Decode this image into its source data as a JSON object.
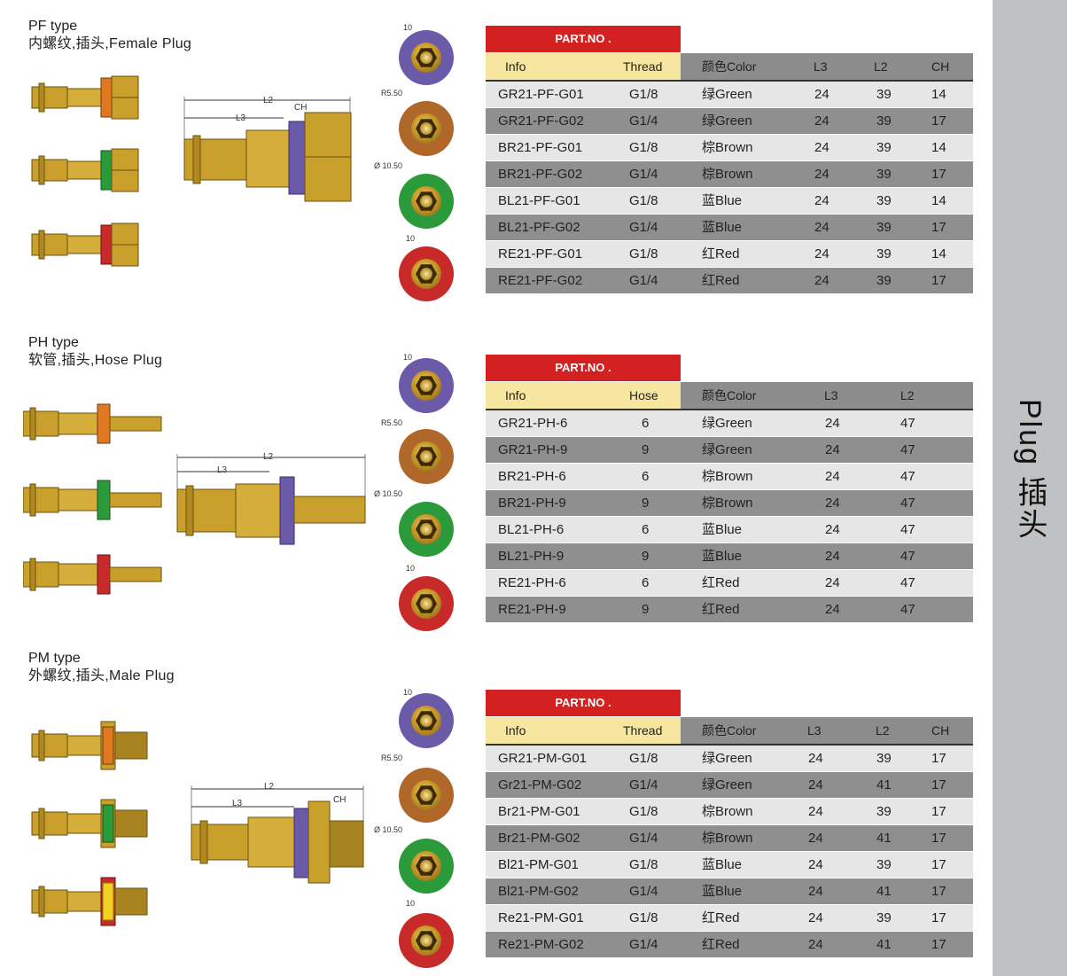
{
  "sidebar": {
    "label": "Plug 插头"
  },
  "sections": [
    {
      "id": "pf",
      "type_label": "PF type",
      "subtitle": "内螺纹,插头,Female Plug",
      "dims": {
        "l2": "L2",
        "l3": "L3",
        "ch": "CH"
      },
      "face_dims": [
        "10",
        "R5.50",
        "Ø 10.50",
        "10"
      ],
      "part_no": "PART.NO .",
      "headers": [
        "Info",
        "Thread",
        "颜色Color",
        "L3",
        "L2",
        "CH"
      ],
      "rows": [
        [
          "GR21-PF-G01",
          "G1/8",
          "绿Green",
          "24",
          "39",
          "14"
        ],
        [
          "GR21-PF-G02",
          "G1/4",
          "绿Green",
          "24",
          "39",
          "17"
        ],
        [
          "BR21-PF-G01",
          "G1/8",
          "棕Brown",
          "24",
          "39",
          "14"
        ],
        [
          "BR21-PF-G02",
          "G1/4",
          "棕Brown",
          "24",
          "39",
          "17"
        ],
        [
          "BL21-PF-G01",
          "G1/8",
          "蓝Blue",
          "24",
          "39",
          "14"
        ],
        [
          "BL21-PF-G02",
          "G1/4",
          "蓝Blue",
          "24",
          "39",
          "17"
        ],
        [
          "RE21-PF-G01",
          "G1/8",
          "红Red",
          "24",
          "39",
          "14"
        ],
        [
          "RE21-PF-G02",
          "G1/4",
          "红Red",
          "24",
          "39",
          "17"
        ]
      ]
    },
    {
      "id": "ph",
      "type_label": "PH type",
      "subtitle": "软管,插头,Hose Plug",
      "dims": {
        "l2": "L2",
        "l3": "L3",
        "ch": ""
      },
      "face_dims": [
        "10",
        "R5.50",
        "Ø 10.50",
        "10"
      ],
      "part_no": "PART.NO .",
      "headers": [
        "Info",
        "Hose",
        "颜色Color",
        "L3",
        "L2"
      ],
      "rows": [
        [
          "GR21-PH-6",
          "6",
          "绿Green",
          "24",
          "47"
        ],
        [
          "GR21-PH-9",
          "9",
          "绿Green",
          "24",
          "47"
        ],
        [
          "BR21-PH-6",
          "6",
          "棕Brown",
          "24",
          "47"
        ],
        [
          "BR21-PH-9",
          "9",
          "棕Brown",
          "24",
          "47"
        ],
        [
          "BL21-PH-6",
          "6",
          "蓝Blue",
          "24",
          "47"
        ],
        [
          "BL21-PH-9",
          "9",
          "蓝Blue",
          "24",
          "47"
        ],
        [
          "RE21-PH-6",
          "6",
          "红Red",
          "24",
          "47"
        ],
        [
          "RE21-PH-9",
          "9",
          "红Red",
          "24",
          "47"
        ]
      ]
    },
    {
      "id": "pm",
      "type_label": "PM type",
      "subtitle": "外螺纹,插头,Male Plug",
      "dims": {
        "l2": "L2",
        "l3": "L3",
        "ch": "CH"
      },
      "face_dims": [
        "10",
        "R5.50",
        "Ø 10.50",
        "10"
      ],
      "part_no": "PART.NO .",
      "headers": [
        "Info",
        "Thread",
        "颜色Color",
        "L3",
        "L2",
        "CH"
      ],
      "rows": [
        [
          "GR21-PM-G01",
          "G1/8",
          "绿Green",
          "24",
          "39",
          "17"
        ],
        [
          "Gr21-PM-G02",
          "G1/4",
          "绿Green",
          "24",
          "41",
          "17"
        ],
        [
          "Br21-PM-G01",
          "G1/8",
          "棕Brown",
          "24",
          "39",
          "17"
        ],
        [
          "Br21-PM-G02",
          "G1/4",
          "棕Brown",
          "24",
          "41",
          "17"
        ],
        [
          "Bl21-PM-G01",
          "G1/8",
          "蓝Blue",
          "24",
          "39",
          "17"
        ],
        [
          "Bl21-PM-G02",
          "G1/4",
          "蓝Blue",
          "24",
          "41",
          "17"
        ],
        [
          "Re21-PM-G01",
          "G1/8",
          "红Red",
          "24",
          "39",
          "17"
        ],
        [
          "Re21-PM-G02",
          "G1/4",
          "红Red",
          "24",
          "41",
          "17"
        ]
      ]
    }
  ],
  "colors": {
    "part_no_bg": "#d32020",
    "header_yellow": "#f6e6a0",
    "header_gray": "#8c8c8c",
    "row_light": "#e6e6e6",
    "row_dark": "#8f8f8f",
    "ring_blue": "#6a5aa8",
    "ring_brown": "#b0682a",
    "ring_green": "#2a9a3a",
    "ring_red": "#c82a2a",
    "ring_yellow": "#f0d020",
    "ring_orange": "#e07820",
    "brass": "#c9a02c"
  }
}
